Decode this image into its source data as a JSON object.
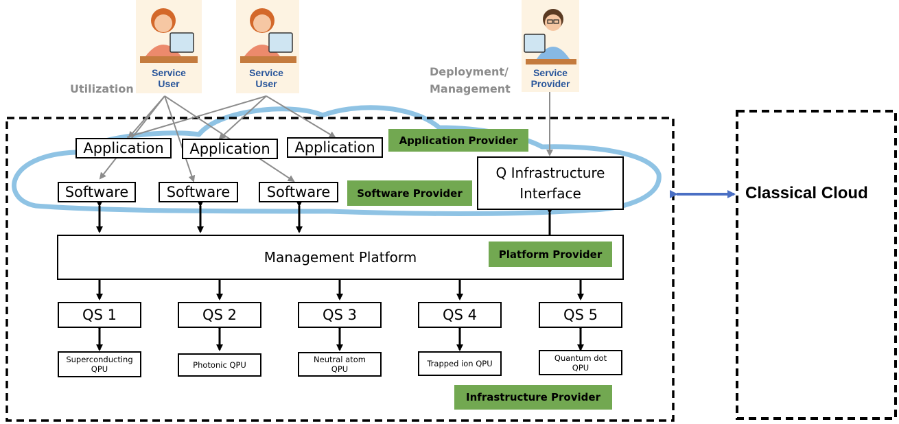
{
  "actors": {
    "service_user_1": "Service\nUser",
    "service_user_2": "Service\nUser",
    "service_provider": "Service\nProvider"
  },
  "labels": {
    "utilization": "Utilization",
    "deployment_line1": "Deployment/",
    "deployment_line2": "Management"
  },
  "applications": [
    "Application",
    "Application",
    "Application"
  ],
  "software": [
    "Software",
    "Software",
    "Software"
  ],
  "q_infrastructure_interface": "Q Infrastructure\nInterface",
  "management_platform": "Management Platform",
  "quantum_systems": [
    "QS 1",
    "QS 2",
    "QS 3",
    "QS 4",
    "QS 5"
  ],
  "qpus": [
    "Superconducting\nQPU",
    "Photonic QPU",
    "Neutral atom\nQPU",
    "Trapped ion QPU",
    "Quantum dot\nQPU"
  ],
  "providers": {
    "application": "Application Provider",
    "software": "Software Provider",
    "platform": "Platform Provider",
    "infrastructure": "Infrastructure Provider"
  },
  "classical_cloud": "Classical Cloud",
  "colors": {
    "provider_tag": "#72a851",
    "cloud_outline": "#8fc3e4",
    "link_arrow": "#4a6fc4",
    "role_text": "#27549a",
    "annotation_text": "#8c8c8c"
  }
}
